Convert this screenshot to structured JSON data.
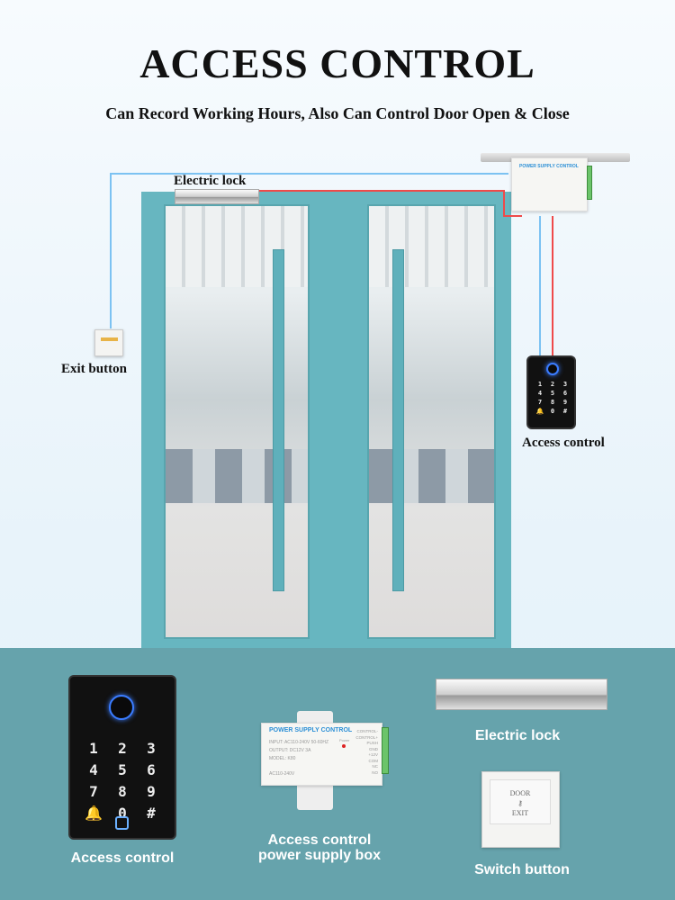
{
  "header": {
    "title": "ACCESS CONTROL",
    "subtitle": "Can Record Working Hours, Also Can Control Door Open & Close"
  },
  "diagram": {
    "labels": {
      "electric_lock": "Electric lock",
      "exit_button": "Exit button",
      "access_control": "Access control"
    },
    "wire_colors": {
      "signal": "#7cc2f2",
      "power": "#ef4a4a"
    }
  },
  "psu": {
    "title": "POWER SUPPLY CONTROL",
    "input": "INPUT: AC110-240V  50-60HZ",
    "output": "OUTPUT: DC12V  3A",
    "model": "MODEL: K80",
    "ac": "AC110-240V",
    "power": "Power",
    "terminals": [
      "CONTROL-",
      "CONTROL+",
      "PUSH",
      "GND",
      "+12V",
      "COM",
      "NC",
      "NO"
    ]
  },
  "keypad": {
    "keys": [
      "1",
      "2",
      "3",
      "4",
      "5",
      "6",
      "7",
      "8",
      "9",
      "🔔",
      "0",
      "#"
    ]
  },
  "exit_switch": {
    "top": "DOOR",
    "bottom": "EXIT"
  },
  "products": {
    "access_control": "Access control",
    "psu_line1": "Access control",
    "psu_line2": "power supply box",
    "electric_lock": "Electric lock",
    "switch_button": "Switch button"
  },
  "colors": {
    "door": "#67b6c0",
    "bottom_panel": "#66a3ac"
  }
}
